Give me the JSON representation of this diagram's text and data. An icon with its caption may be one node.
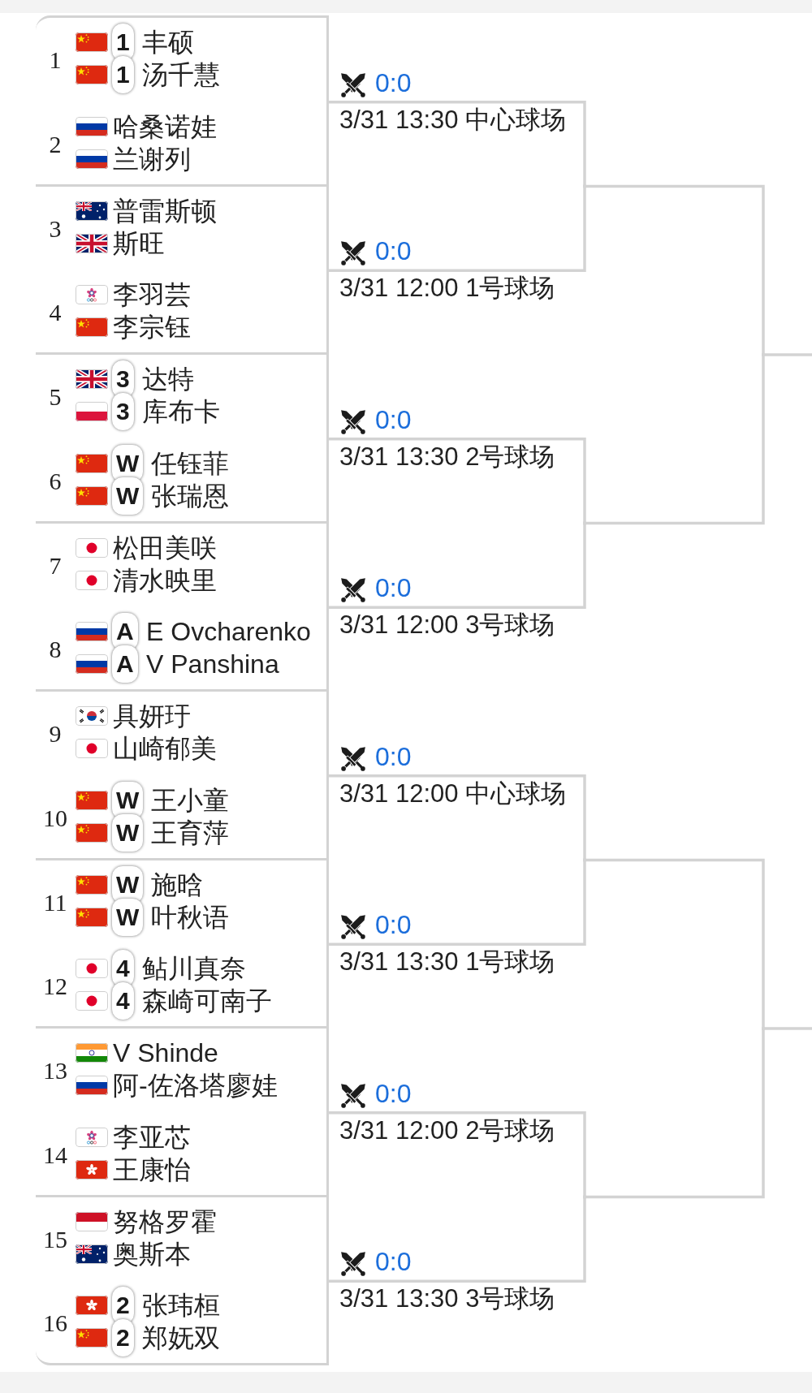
{
  "diagram": {
    "nodes": [
      {
        "text": [],
        "shape": "box",
        "beside": [
          "0:0",
          "3/31 13:30 中心球场"
        ]
      },
      {
        "text": [
          "1",
          "1",
          "丰硕",
          "1",
          "汤千慧"
        ],
        "in": 0
      },
      {
        "text": [
          "2",
          "哈桑诺娃",
          "兰谢列"
        ],
        "in": 0
      },
      {
        "text": [],
        "shape": "box",
        "beside": [
          "0:0",
          "3/31 12:00 1号球场"
        ]
      },
      {
        "text": [
          "3",
          "普雷斯顿",
          "斯旺"
        ],
        "in": 3
      },
      {
        "text": [
          "4",
          "李羽芸",
          "李宗钰"
        ],
        "in": 3
      },
      {
        "text": [],
        "shape": "box",
        "beside": [
          "0:0",
          "3/31 13:30 2号球场"
        ]
      },
      {
        "text": [
          "5",
          "3",
          "达特",
          "3",
          "库布卡"
        ],
        "in": 6
      },
      {
        "text": [
          "6",
          "W",
          "任钰菲",
          "W",
          "张瑞恩"
        ],
        "in": 6
      },
      {
        "text": [],
        "shape": "box",
        "beside": [
          "0:0",
          "3/31 12:00 3号球场"
        ]
      },
      {
        "text": [
          "7",
          "松田美咲",
          "清水映里"
        ],
        "in": 9
      },
      {
        "text": [
          "8",
          "A",
          "E Ovcharenko",
          "A",
          "V Panshina"
        ],
        "in": 9
      },
      {
        "text": [],
        "shape": "box",
        "beside": [
          "0:0",
          "3/31 12:00 中心球场"
        ]
      },
      {
        "text": [
          "9",
          "具妍玗",
          "山崎郁美"
        ],
        "in": 12
      },
      {
        "text": [
          "10",
          "W",
          "王小童",
          "W",
          "王育萍"
        ],
        "in": 12
      },
      {
        "text": [],
        "shape": "box",
        "beside": [
          "0:0",
          "3/31 13:30 1号球场"
        ]
      },
      {
        "text": [
          "11",
          "W",
          "施晗",
          "W",
          "叶秋语"
        ],
        "in": 15
      },
      {
        "text": [
          "12",
          "4",
          "鲇川真奈",
          "4",
          "森崎可南子"
        ],
        "in": 15
      },
      {
        "text": [],
        "shape": "box",
        "beside": [
          "0:0",
          "3/31 12:00 2号球场"
        ]
      },
      {
        "text": [
          "13",
          "V Shinde",
          "阿-佐洛塔廖娃"
        ],
        "in": 18
      },
      {
        "text": [
          "14",
          "李亚芯",
          "王康怡"
        ],
        "in": 18
      },
      {
        "text": [],
        "shape": "box",
        "beside": [
          "0:0",
          "3/31 13:30 3号球场"
        ]
      },
      {
        "text": [
          "15",
          "努格罗霍",
          "奥斯本"
        ],
        "in": 21
      },
      {
        "text": [
          "16",
          "2",
          "张玮桓",
          "2",
          "郑妩双"
        ],
        "in": 21
      }
    ],
    "edges": [
      {
        "from": 0,
        "to": null,
        "arrow": "none"
      },
      {
        "from": 3,
        "to": null,
        "arrow": "none"
      },
      {
        "from": 6,
        "to": null,
        "arrow": "none"
      },
      {
        "from": 9,
        "to": null,
        "arrow": "none"
      },
      {
        "from": 12,
        "to": null,
        "arrow": "none"
      },
      {
        "from": 15,
        "to": null,
        "arrow": "none"
      },
      {
        "from": 18,
        "to": null,
        "arrow": "none"
      },
      {
        "from": 21,
        "to": null,
        "arrow": "none"
      }
    ]
  }
}
